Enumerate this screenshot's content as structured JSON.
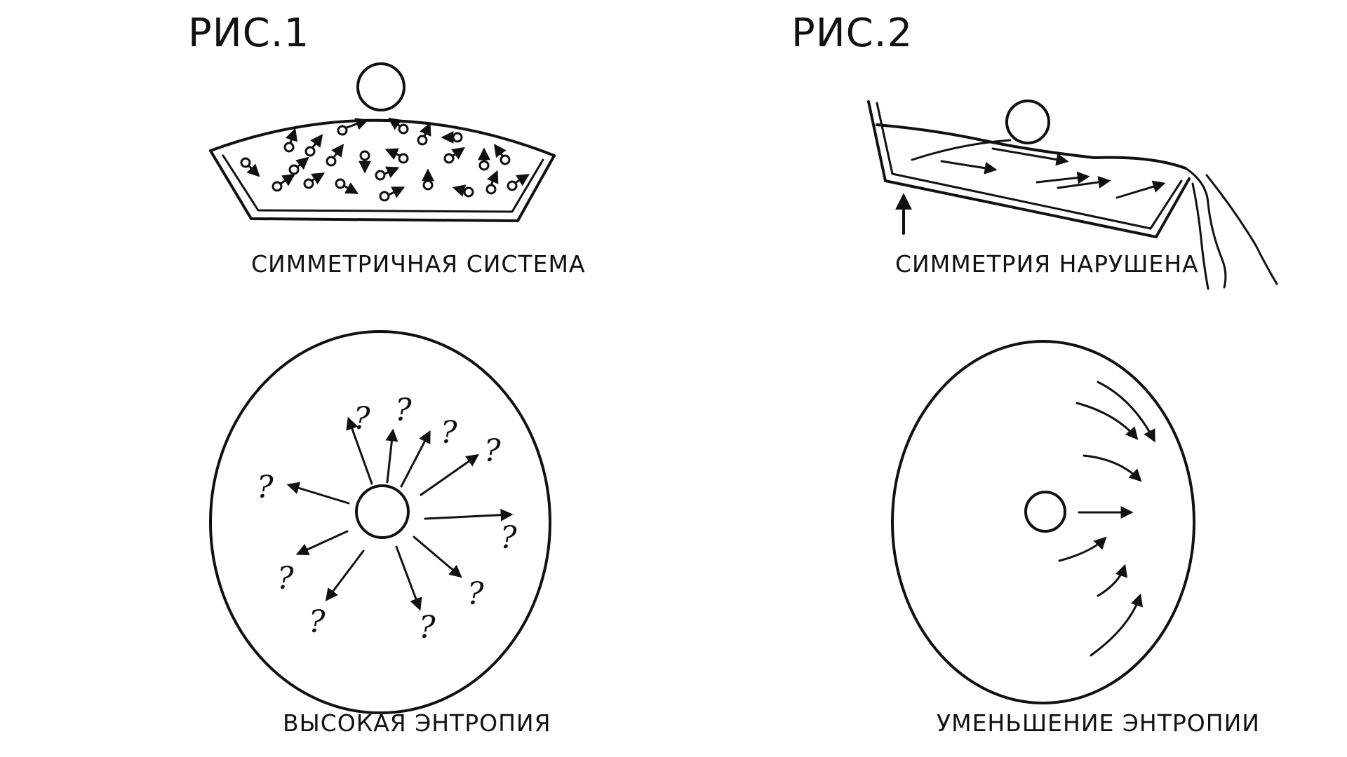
{
  "figures": [
    {
      "title": "РИС.1",
      "top_caption": "СИММЕТРИЧНАЯ СИСТЕМА",
      "bottom_caption": "ВЫСОКАЯ ЭНТРОПИЯ"
    },
    {
      "title": "РИС.2",
      "top_caption": "СИММЕТРИЯ НАРУШЕНА",
      "bottom_caption": "УМЕНЬШЕНИЕ ЭНТРОПИИ"
    }
  ],
  "symbols": {
    "question_mark": "?"
  },
  "ink_color": "#111111"
}
